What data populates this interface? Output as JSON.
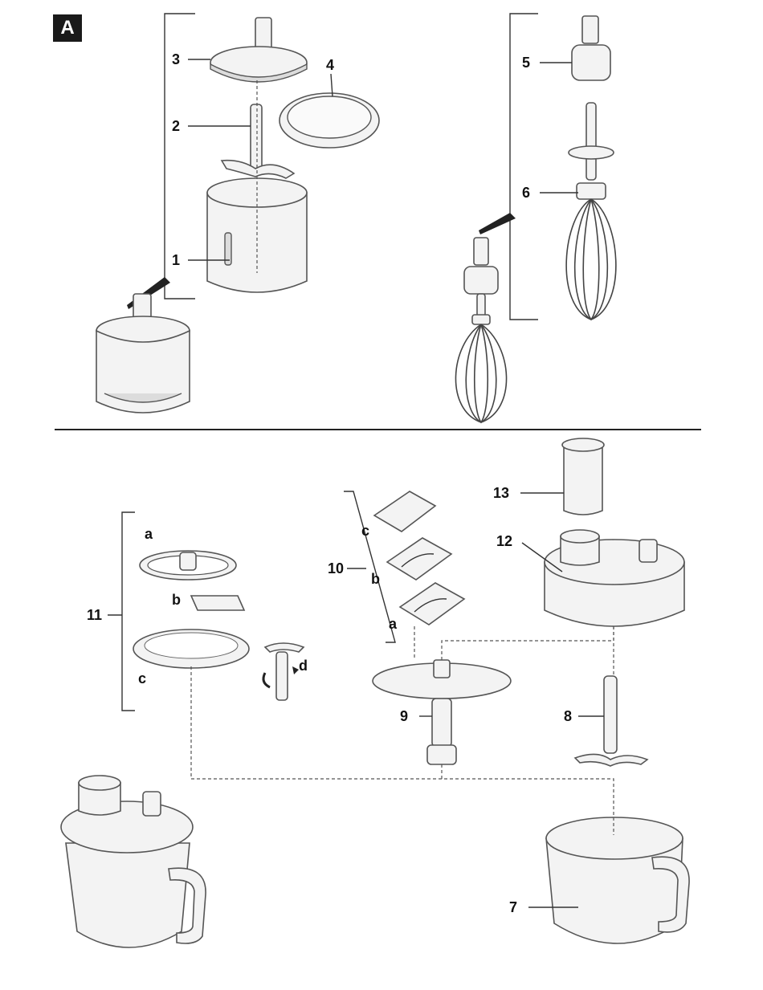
{
  "figure_badge": "A",
  "callouts": {
    "n1": "1",
    "n2": "2",
    "n3": "3",
    "n4": "4",
    "n5": "5",
    "n6": "6",
    "n7": "7",
    "n8": "8",
    "n9": "9",
    "n10": "10",
    "n11": "11",
    "n12": "12",
    "n13": "13",
    "a11": "a",
    "b11": "b",
    "c11": "c",
    "d11": "d",
    "a10": "a",
    "b10": "b",
    "c10": "c"
  },
  "colors": {
    "line": "#333333",
    "part_fill": "#f2f2f2",
    "part_stroke": "#555555",
    "badge": "#1a1a1a"
  }
}
